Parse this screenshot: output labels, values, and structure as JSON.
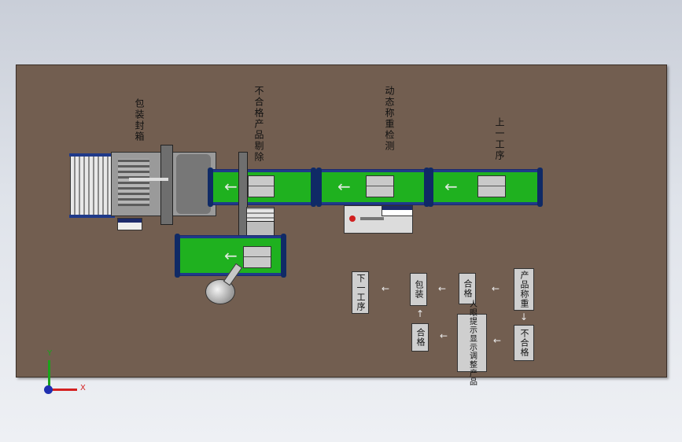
{
  "labels": {
    "package_seal": "包装封箱",
    "reject": "不合格产品剔除",
    "dynamic_weigh": "动态称重检测",
    "prev_process": "上一工序"
  },
  "flow": {
    "product_weigh": "产品称重",
    "ok_a": "合格",
    "pack": "包装",
    "next_process": "下一工序",
    "not_ok": "不合格",
    "manual": "人眼提示显示调整产品",
    "ok_b": "合格"
  },
  "axis": {
    "y": "Y",
    "x": "X"
  },
  "colors": {
    "board": "#725e50",
    "belt": "#1fb11f",
    "frame": "#1d2a6b"
  },
  "icons": {
    "arrow": "←"
  }
}
